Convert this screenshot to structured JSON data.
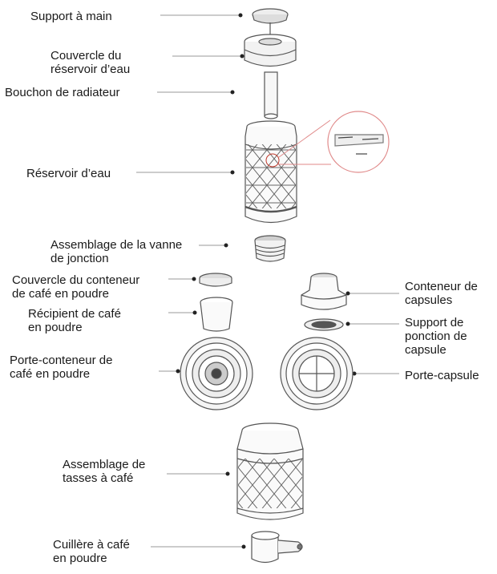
{
  "labels": {
    "hand_support": "Support à main",
    "tank_lid": "Couvercle du\nréservoir d’eau",
    "radiator_cap": "Bouchon de radiateur",
    "water_tank": "Réservoir d’eau",
    "valve_assembly": "Assemblage de la vanne\nde jonction",
    "powder_container_lid": "Couvercle du conteneur\nde café en poudre",
    "powder_recipient": "Récipient de café\nen poudre",
    "powder_container_holder": "Porte-conteneur de\ncafé en poudre",
    "capsule_container": "Conteneur de\ncapsules",
    "capsule_puncture_support": "Support de\nponction de\ncapsule",
    "capsule_holder": "Porte-capsule",
    "cup_assembly": "Assemblage de\ntasses à café",
    "powder_spoon": "Cuillère à café\nen poudre"
  }
}
